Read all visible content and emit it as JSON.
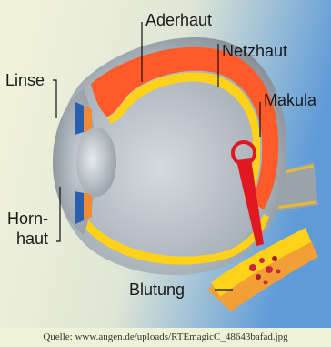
{
  "labels": {
    "aderhaut": "Aderhaut",
    "netzhaut": "Netzhaut",
    "linse": "Linse",
    "makula": "Makula",
    "hornhaut_line1": "Horn-",
    "hornhaut_line2": "haut",
    "blutung": "Blutung"
  },
  "caption": "Quelle: www.augen.de/uploads/RTEmagicC_48643bafad.jpg",
  "colors": {
    "background_top": "#f2f2d2",
    "background_right": "#6aa3dd",
    "sclera": "#a4acb4",
    "choroid": "#ff5a2a",
    "retina": "#ffd21a",
    "iris_blue": "#2a5fb0",
    "iris_orange": "#f08a34",
    "lens": "#bfc6cc",
    "highlight_circle": "#e01822",
    "bleeding": "#c4283a",
    "caption_bg": "#eef2d6"
  }
}
